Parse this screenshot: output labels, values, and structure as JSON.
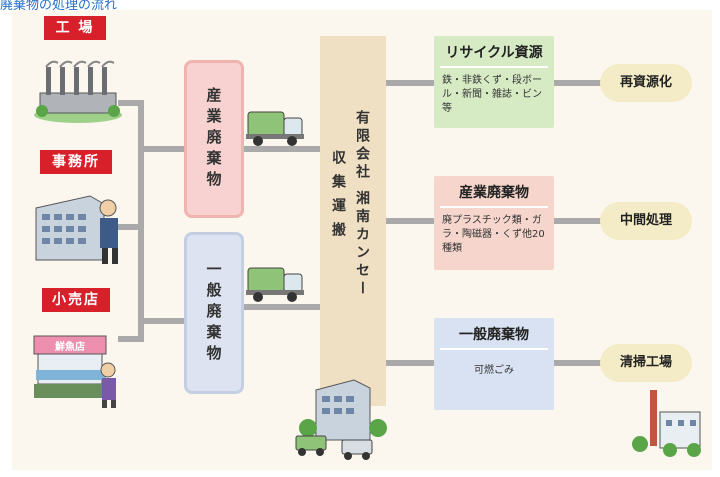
{
  "caption": "廃棄物の処理の流れ",
  "sources": [
    "工 場",
    "事務所",
    "小売店"
  ],
  "shop_sign": "鮮魚店",
  "waste_types": {
    "industrial": "産業廃棄物",
    "general": "一般廃棄物"
  },
  "company": {
    "name": "有限会社 湘南カンセー",
    "role": "収集運搬"
  },
  "destinations": [
    {
      "title": "リサイクル資源",
      "body": "鉄・非鉄くず・段ボール・新聞・雑誌・ビン等",
      "result": "再資源化",
      "color": "#d6ebc4"
    },
    {
      "title": "産業廃棄物",
      "body": "廃プラスチック類・ガラ・陶磁器・くず他20種類",
      "result": "中間処理",
      "color": "#f6d6cc"
    },
    {
      "title": "一般廃棄物",
      "body": "可燃ごみ",
      "result": "清掃工場",
      "color": "#d9e2f2"
    }
  ],
  "colors": {
    "source_label": "#d8202a",
    "industrial_box": "#f7d2d0",
    "general_box": "#dde3f0",
    "company_column": "#efe0c4"
  }
}
